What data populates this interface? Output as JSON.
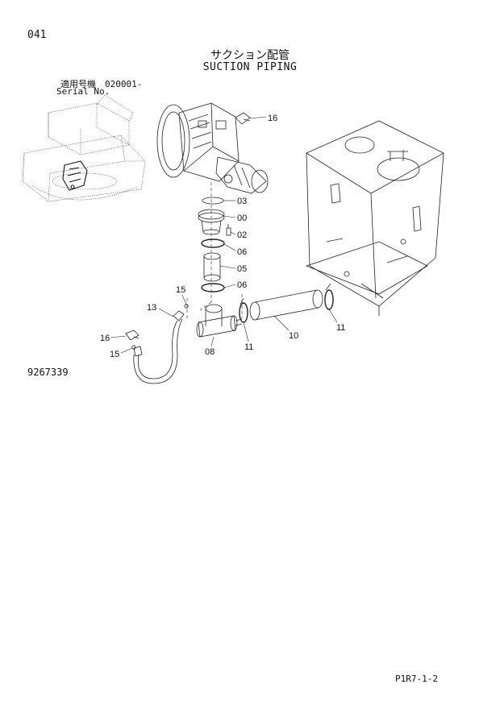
{
  "header": {
    "page_code": "041",
    "title_jp": "サクション配管",
    "title_en": "SUCTION PIPING",
    "serial_label_jp": "適用号機　020001-",
    "serial_label_en": "Serial No."
  },
  "footer": {
    "drawing_number": "9267339",
    "page_ref": "P1R7-1-2"
  },
  "callouts": [
    "16",
    "03",
    "00",
    "02",
    "06",
    "05",
    "06",
    "15",
    "13",
    "16",
    "15",
    "08",
    "11",
    "10",
    "11"
  ]
}
